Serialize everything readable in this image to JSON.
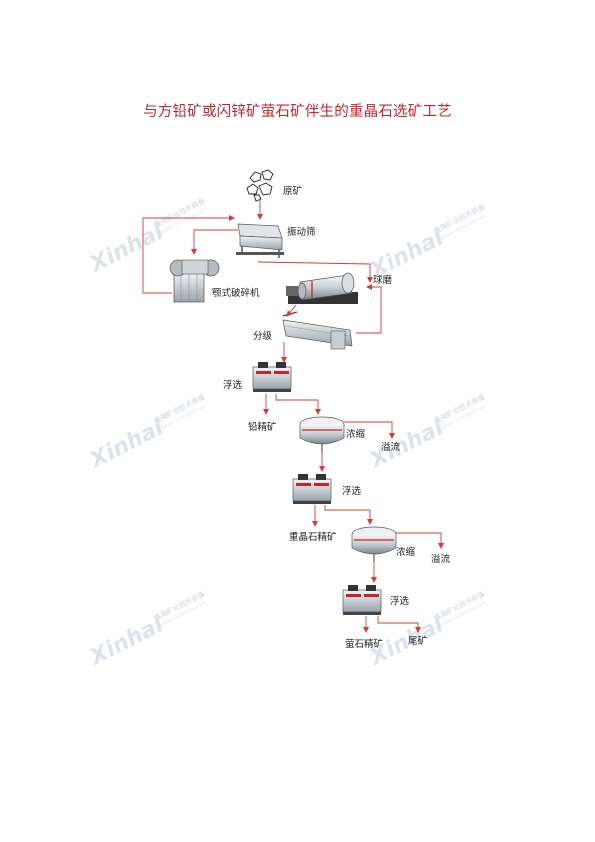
{
  "title": "与方铅矿或闪锌矿萤石矿伴生的重晶石选矿工艺",
  "watermark": {
    "brand": "Xinhai",
    "cn": "鑫海矿业技术装备",
    "en": "MINERAL PROCESSING EPC"
  },
  "labels": {
    "raw_ore": "原矿",
    "vibrating_screen": "振动筛",
    "jaw_crusher": "颚式破碎机",
    "ball_mill": "球磨",
    "classifier": "分级",
    "flotation_1": "浮选",
    "lead_concentrate": "铅精矿",
    "thickener_1": "浓缩",
    "overflow_1": "溢流",
    "flotation_2": "浮选",
    "barite_concentrate": "重晶石精矿",
    "thickener_2": "浓缩",
    "overflow_2": "溢流",
    "flotation_3": "浮选",
    "fluorite_concentrate": "萤石精矿",
    "tailings": "尾矿"
  },
  "colors": {
    "title": "#c6242c",
    "arrow": "#d83a3a",
    "watermark": "#dde3ea"
  }
}
